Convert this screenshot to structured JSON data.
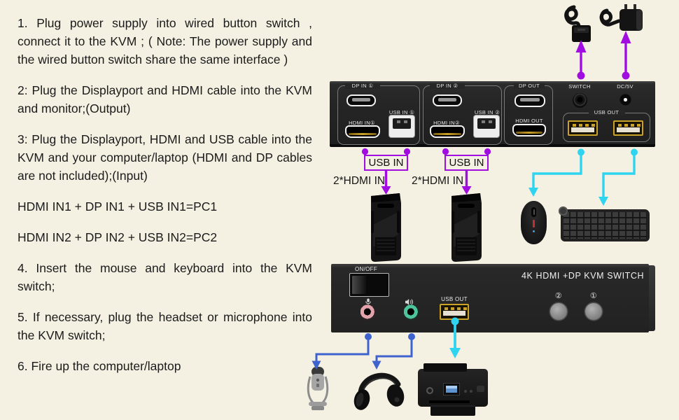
{
  "instructions": [
    "1. Plug power supply into wired button switch , connect it to the KVM ; ( Note: The power supply and the wired button switch share the same interface )",
    "2: Plug the Displayport and HDMI cable into the KVM and monitor;(Output)",
    "3: Plug the Displayport, HDMI and USB cable into the KVM and your computer/laptop (HDMI and DP cables are not included);(Input)",
    "HDMI IN1 + DP IN1 + USB IN1=PC1",
    "HDMI IN2 + DP IN2 + USB IN2=PC2",
    "4. Insert the mouse and keyboard into the KVM switch;",
    "5. If necessary, plug the headset or microphone into the KVM switch;",
    "6. Fire up the computer/laptop"
  ],
  "back_panel": {
    "dp_in1": "DP IN ①",
    "usb_in1": "USB IN ①",
    "hdmi_in1": "HDMI IN①",
    "dp_in2": "DP IN ②",
    "usb_in2": "USB IN ②",
    "hdmi_in2": "HDMI IN②",
    "dp_out": "DP OUT",
    "hdmi_out": "HDMI OUT",
    "switch_jack": "SWITCH",
    "dc_jack": "DC/5V",
    "usb_out": "USB OUT"
  },
  "front_panel": {
    "power": "ON/OFF",
    "usb_out": "USB OUT",
    "model": "4K HDMI +DP KVM SWITCH",
    "button_2": "②",
    "button_1": "①"
  },
  "connection_labels": {
    "usb_in_pc1": "USB IN",
    "usb_in_pc2": "USB IN",
    "hdmi_in_pc1": "2*HDMI IN",
    "hdmi_in_pc2": "2*HDMI IN"
  },
  "colors": {
    "background": "#f4f0e2",
    "arrow_purple": "#a10de0",
    "arrow_cyan": "#2fd4f0",
    "arrow_blue": "#3e63ce",
    "device_body": "#262626",
    "usb_gold": "#c9a227",
    "mic_jack_pink": "#e2a3ac",
    "audio_jack_green": "#4cc49c"
  }
}
